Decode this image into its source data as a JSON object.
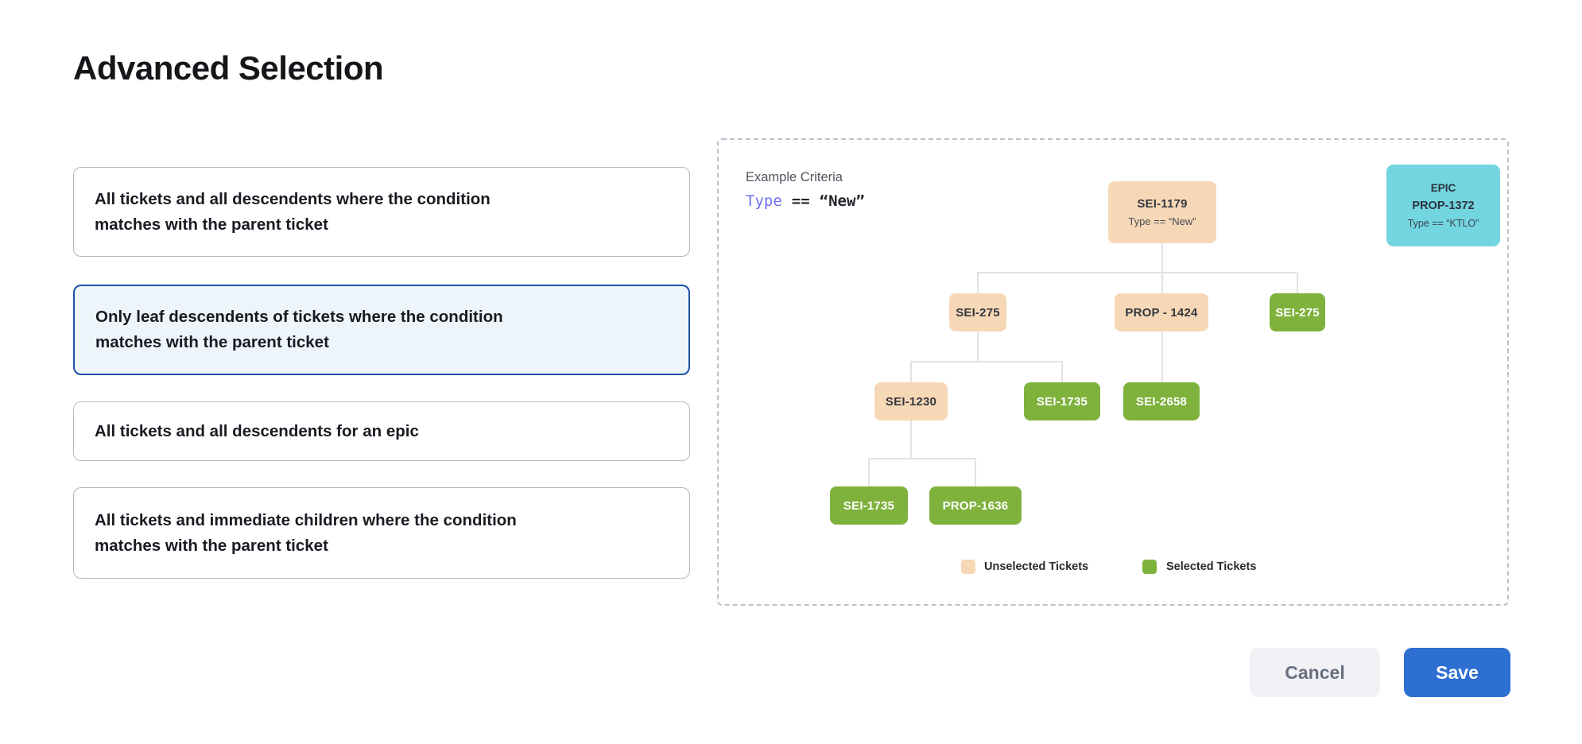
{
  "dialog": {
    "title": "Advanced Selection"
  },
  "options": [
    {
      "label": "All tickets and all descendents where the condition matches with the parent ticket",
      "selected": false
    },
    {
      "label": "Only leaf descendents of tickets where the condition matches with the parent ticket",
      "selected": true
    },
    {
      "label": "All tickets and all descendents for an epic",
      "selected": false
    },
    {
      "label": "All tickets and immediate children where the condition matches with the parent ticket",
      "selected": false
    }
  ],
  "example": {
    "heading": "Example Criteria",
    "criteria": {
      "field": "Type",
      "operator": "==",
      "value": "“New”"
    }
  },
  "epic_card": {
    "type_label": "EPIC",
    "id": "PROP-1372",
    "condition": "Type == “KTLO”"
  },
  "tree": {
    "root": {
      "id": "SEI-1179",
      "condition": "Type == “New”",
      "state": "unselected"
    },
    "nodes": [
      {
        "id": "SEI-275",
        "state": "unselected"
      },
      {
        "id": "PROP - 1424",
        "state": "unselected"
      },
      {
        "id": "SEI-275",
        "state": "selected"
      },
      {
        "id": "SEI-1230",
        "state": "unselected"
      },
      {
        "id": "SEI-1735",
        "state": "selected"
      },
      {
        "id": "SEI-2658",
        "state": "selected"
      },
      {
        "id": "SEI-1735",
        "state": "selected"
      },
      {
        "id": "PROP-1636",
        "state": "selected"
      }
    ]
  },
  "legend": [
    {
      "label": "Unselected Tickets",
      "color": "#f7d8b6"
    },
    {
      "label": "Selected Tickets",
      "color": "#7fb23d"
    }
  ],
  "actions": {
    "cancel": "Cancel",
    "save": "Save"
  },
  "colors": {
    "unselected_node": "#f7d8b6",
    "selected_node": "#7fb23d",
    "epic_node": "#72d5e0",
    "selected_card_border": "#1d50a6",
    "selected_card_bg": "#edf5fb",
    "save_button": "#2e6fd2",
    "criteria_field": "#6f6ff1"
  }
}
